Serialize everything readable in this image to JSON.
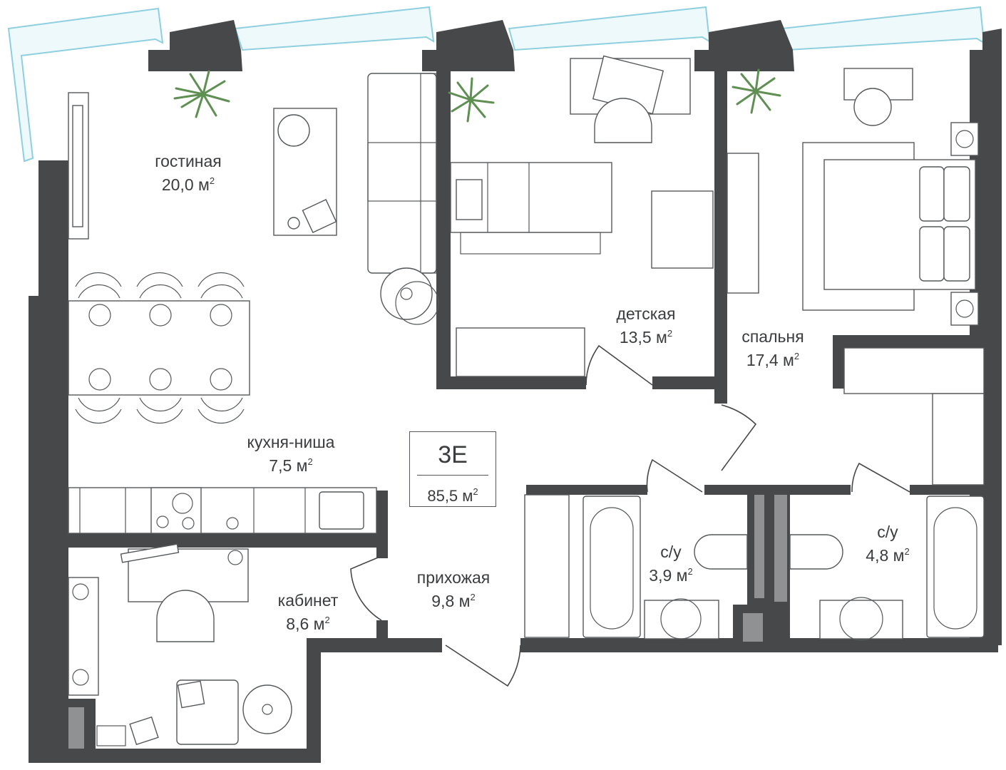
{
  "plan": {
    "unit_type": "3E",
    "total_area": "85,5 м",
    "area_unit_sup": "2"
  },
  "rooms": [
    {
      "id": "living",
      "name": "гостиная",
      "area": "20,0 м"
    },
    {
      "id": "kitchen",
      "name": "кухня-ниша",
      "area": "7,5 м"
    },
    {
      "id": "kids",
      "name": "детская",
      "area": "13,5 м"
    },
    {
      "id": "bedroom",
      "name": "спальня",
      "area": "17,4 м"
    },
    {
      "id": "hallway",
      "name": "прихожая",
      "area": "9,8 м"
    },
    {
      "id": "study",
      "name": "кабинет",
      "area": "8,6 м"
    },
    {
      "id": "bath1",
      "name": "с/у",
      "area": "3,9 м"
    },
    {
      "id": "bath2",
      "name": "с/у",
      "area": "4,8 м"
    }
  ],
  "colors": {
    "wall": "#464849",
    "glass": "#8ecfe0",
    "furniture_stroke": "#55585a",
    "plant": "#5f8f52"
  }
}
